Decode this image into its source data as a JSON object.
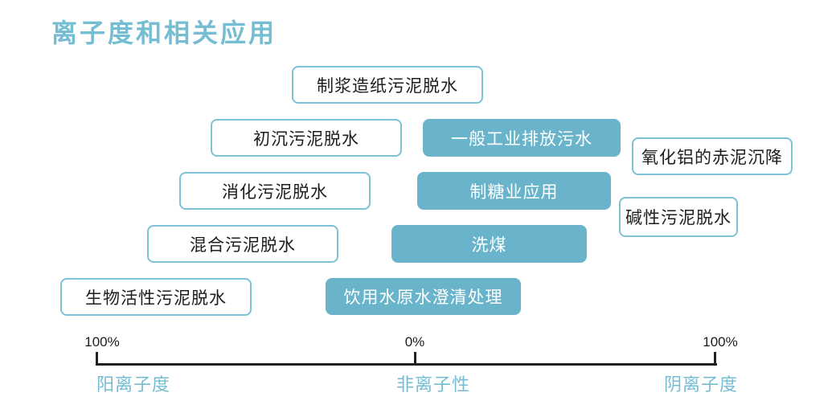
{
  "title": "离子度和相关应用",
  "colors": {
    "accent_blue": "#74bdd3",
    "solid_fill": "#69b4cb",
    "outline_border": "#7cc3d8",
    "axis_color": "#231f20"
  },
  "chart_data": {
    "type": "range",
    "title": "离子度和相关应用",
    "axis": {
      "label_left": "阳离子度",
      "label_center": "非离子性",
      "label_right": "阴离子度",
      "ticks": [
        {
          "pos": -100,
          "label": "100%"
        },
        {
          "pos": 0,
          "label": "0%"
        },
        {
          "pos": 100,
          "label": "100%"
        }
      ],
      "scale_note": "negative values = cationic degree (%), positive values = anionic degree (%), 0 = non-ionic",
      "xlim": [
        -100,
        100
      ],
      "grid": false
    },
    "items": [
      {
        "label": "制浆造纸污泥脱水",
        "style": "outline",
        "range": [
          -39,
          23
        ]
      },
      {
        "label": "初沉污泥脱水",
        "style": "outline",
        "range": [
          -64,
          -4
        ]
      },
      {
        "label": "一般工业排放污水",
        "style": "solid",
        "range": [
          3,
          68
        ]
      },
      {
        "label": "氧化铝的赤泥沉降",
        "style": "outline",
        "range": [
          72,
          126
        ]
      },
      {
        "label": "消化污泥脱水",
        "style": "outline",
        "range": [
          -74,
          -14
        ]
      },
      {
        "label": "制糖业应用",
        "style": "solid",
        "range": [
          1,
          65
        ]
      },
      {
        "label": "碱性污泥脱水",
        "style": "outline",
        "range": [
          68,
          107
        ]
      },
      {
        "label": "混合污泥脱水",
        "style": "outline",
        "range": [
          -84,
          -24
        ]
      },
      {
        "label": "洗煤",
        "style": "solid",
        "range": [
          -7,
          57
        ]
      },
      {
        "label": "生物活性污泥脱水",
        "style": "outline",
        "range": [
          -111,
          -51
        ]
      },
      {
        "label": "饮用水原水澄清处理",
        "style": "solid",
        "range": [
          -28,
          35
        ]
      }
    ]
  }
}
